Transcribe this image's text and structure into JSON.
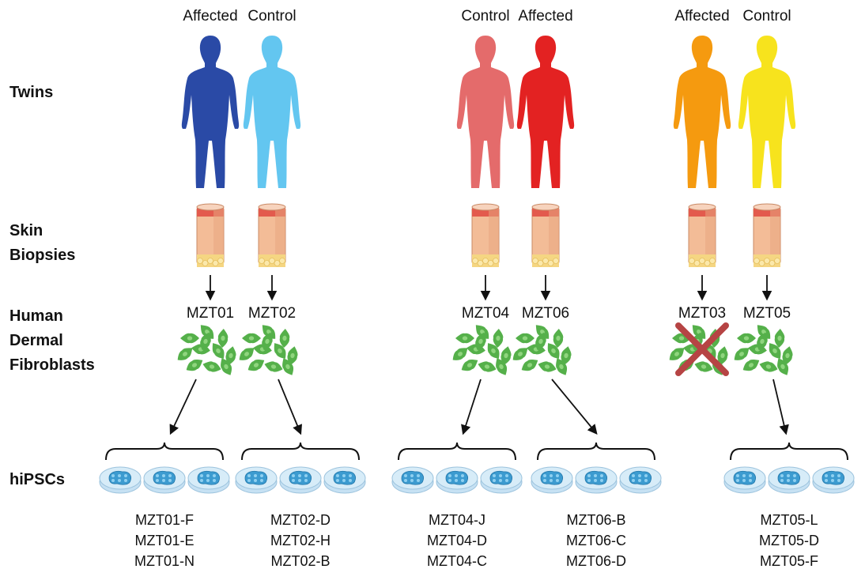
{
  "row_labels": {
    "twins": "Twins",
    "skin": "Skin\nBiopsies",
    "fibro": "Human\nDermal\nFibroblasts",
    "ipsc": "hiPSCs"
  },
  "pairs": [
    {
      "colors": [
        "#2a4aa6",
        "#63c6f0"
      ],
      "twins": [
        {
          "status": "Affected",
          "line": "MZT01",
          "failed": false,
          "clones": [
            "MZT01-F",
            "MZT01-E",
            "MZT01-N"
          ]
        },
        {
          "status": "Control",
          "line": "MZT02",
          "failed": false,
          "clones": [
            "MZT02-D",
            "MZT02-H",
            "MZT02-B"
          ]
        }
      ]
    },
    {
      "colors": [
        "#e46b6b",
        "#e32222"
      ],
      "twins": [
        {
          "status": "Control",
          "line": "MZT04",
          "failed": false,
          "clones": [
            "MZT04-J",
            "MZT04-D",
            "MZT04-C"
          ]
        },
        {
          "status": "Affected",
          "line": "MZT06",
          "failed": false,
          "clones": [
            "MZT06-B",
            "MZT06-C",
            "MZT06-D"
          ]
        }
      ]
    },
    {
      "colors": [
        "#f59a0f",
        "#f7e31d"
      ],
      "twins": [
        {
          "status": "Affected",
          "line": "MZT03",
          "failed": true,
          "clones": []
        },
        {
          "status": "Control",
          "line": "MZT05",
          "failed": false,
          "clones": [
            "MZT05-L",
            "MZT05-D",
            "MZT05-F"
          ]
        }
      ]
    }
  ],
  "palette": {
    "cell_green": "#55b04a",
    "cell_nucleus": "#8fd57e",
    "ipsc_blue": "#3c9bd0",
    "dish_blue": "#d7ecf8",
    "skin": "#f3bc97",
    "skin_top": "#e35a4d",
    "fat": "#f5d682",
    "cross": "#b64444"
  },
  "icons": [
    "person-silhouette-icon",
    "skin-biopsy-icon",
    "fibroblast-cluster-icon",
    "petri-dish-icon",
    "cross-icon",
    "arrow-down-icon"
  ]
}
